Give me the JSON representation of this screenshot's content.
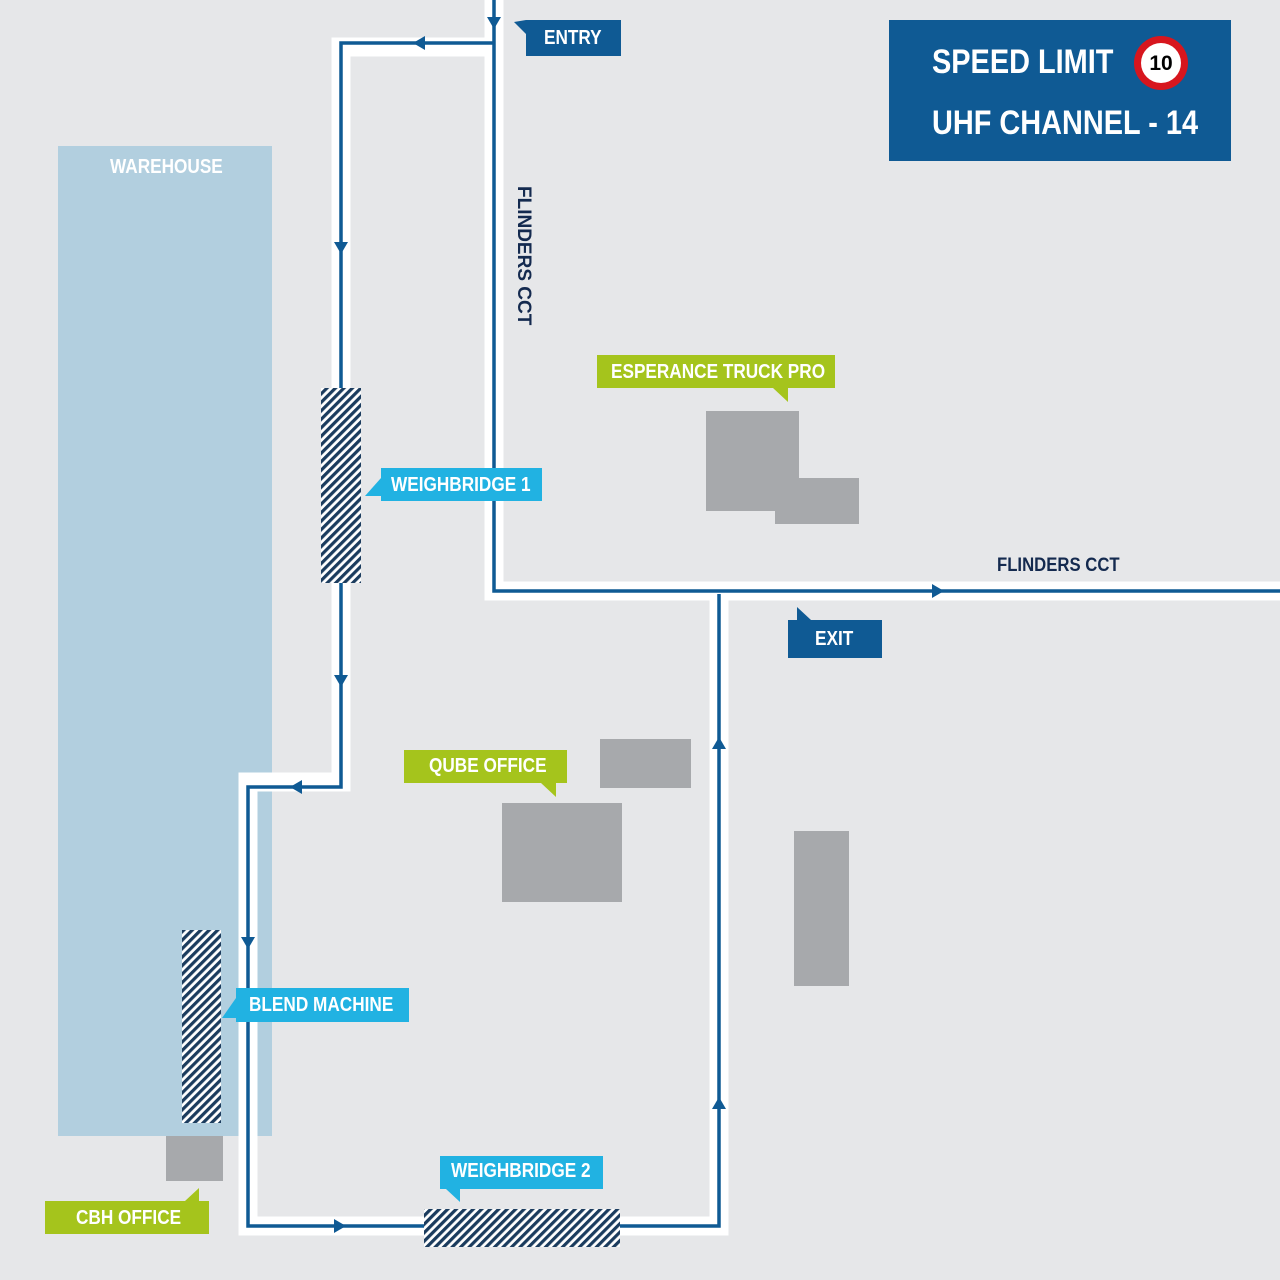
{
  "colors": {
    "background": "#e6e7e9",
    "warehouse": "#b2cfdf",
    "building": "#a7a9ac",
    "route": "#0f5a94",
    "road_edge": "#ffffff",
    "navy_label": "#0f5a94",
    "cyan_label": "#21b2e2",
    "green_label": "#a5c41c",
    "speed_sign_ring": "#d7161e"
  },
  "sign": {
    "speed_limit_label": "SPEED LIMIT",
    "speed_value": "10",
    "uhf_label": "UHF CHANNEL - 14"
  },
  "roads": {
    "vertical_name": "FLINDERS CCT",
    "horizontal_name": "FLINDERS CCT"
  },
  "labels": {
    "entry": "ENTRY",
    "exit": "EXIT",
    "warehouse": "WAREHOUSE",
    "weighbridge_1": "WEIGHBRIDGE 1",
    "weighbridge_2": "WEIGHBRIDGE 2",
    "blend_machine": "BLEND MACHINE",
    "esperance_truck_pro": "ESPERANCE TRUCK PRO",
    "qube_office": "QUBE OFFICE",
    "cbh_office": "CBH OFFICE"
  },
  "icons": {
    "route_arrow": "triangle-arrow-icon",
    "speed_sign": "speed-limit-sign-icon",
    "hatch": "diagonal-hatch-pattern"
  }
}
